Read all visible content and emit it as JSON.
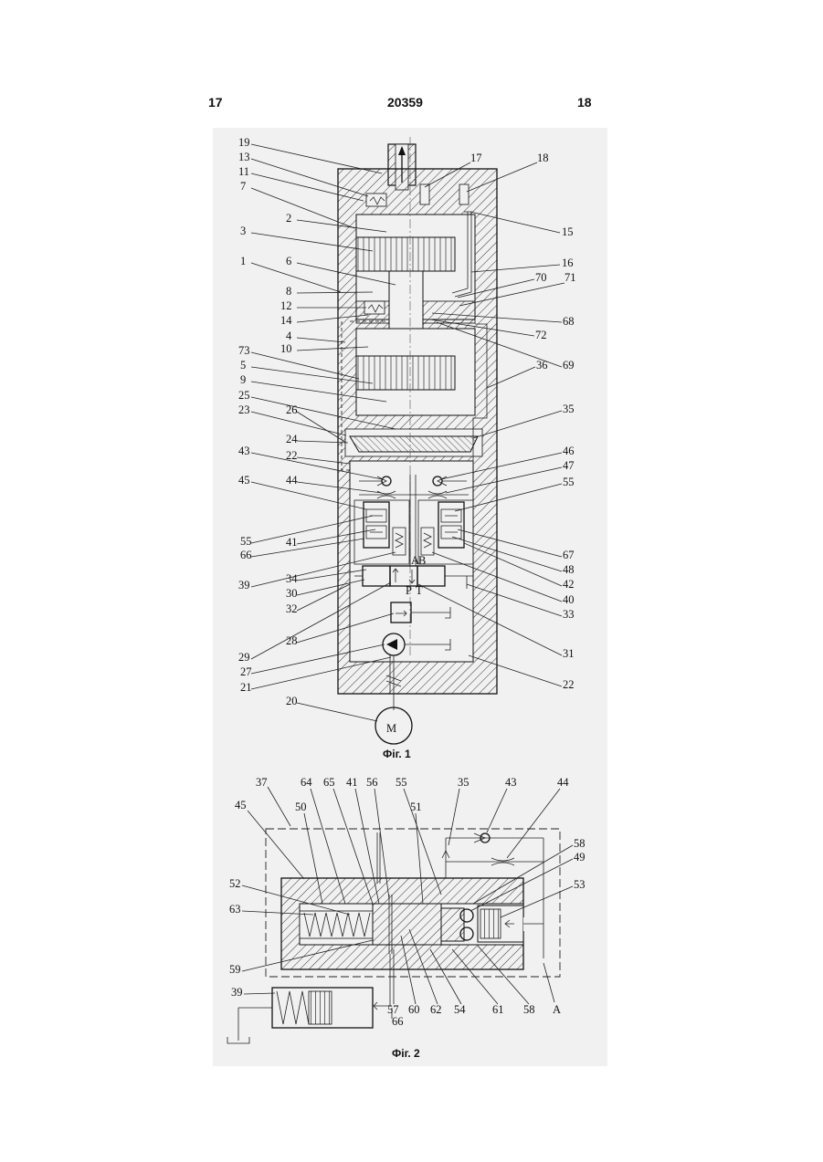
{
  "header": {
    "left_page": "17",
    "patent_number": "20359",
    "right_page": "18"
  },
  "figure1": {
    "caption": "Фiг. 1",
    "motor_symbol": "M",
    "valve_ports": [
      "A",
      "B",
      "P",
      "T"
    ],
    "labels": [
      "19",
      "13",
      "11",
      "7",
      "2",
      "3",
      "1",
      "6",
      "8",
      "12",
      "14",
      "4",
      "10",
      "73",
      "5",
      "9",
      "25",
      "23",
      "26",
      "24",
      "43",
      "22",
      "45",
      "44",
      "55",
      "41",
      "66",
      "39",
      "34",
      "30",
      "32",
      "29",
      "28",
      "27",
      "21",
      "20",
      "17",
      "18",
      "15",
      "16",
      "70",
      "71",
      "68",
      "72",
      "69",
      "36",
      "35",
      "46",
      "47",
      "67",
      "48",
      "42",
      "40",
      "33",
      "31"
    ]
  },
  "figure2": {
    "caption": "Фiг. 2",
    "labels": [
      "37",
      "64",
      "65",
      "41",
      "56",
      "55",
      "35",
      "43",
      "44",
      "45",
      "50",
      "51",
      "58",
      "49",
      "53",
      "52",
      "63",
      "59",
      "57",
      "60",
      "62",
      "54",
      "61",
      "39",
      "66",
      "A"
    ]
  }
}
